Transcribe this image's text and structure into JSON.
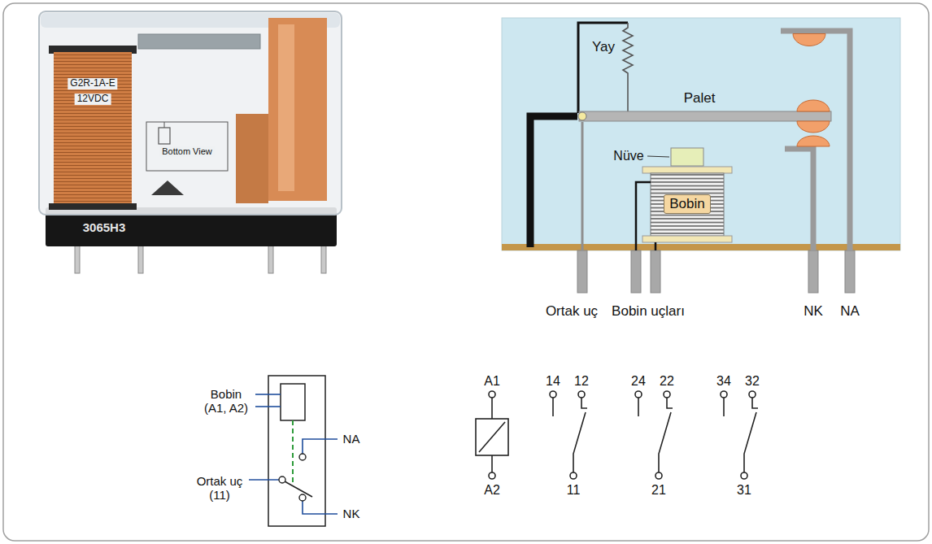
{
  "diagram": {
    "nodes": [
      {
        "text": [
          "Bobin"
        ]
      }
    ],
    "labels": [
      "G2R-1A-E",
      "12VDC",
      "Bottom View",
      "3065H3",
      "Yay",
      "Palet",
      "Nüve",
      "Ortak uç",
      "Bobin uçları",
      "NK",
      "NA",
      "Bobin (A1, A2)",
      "NA",
      "Ortak uç (11)",
      "NK",
      "A1",
      "A2",
      "14",
      "12",
      "24",
      "22",
      "34",
      "32",
      "11",
      "21",
      "31"
    ]
  }
}
